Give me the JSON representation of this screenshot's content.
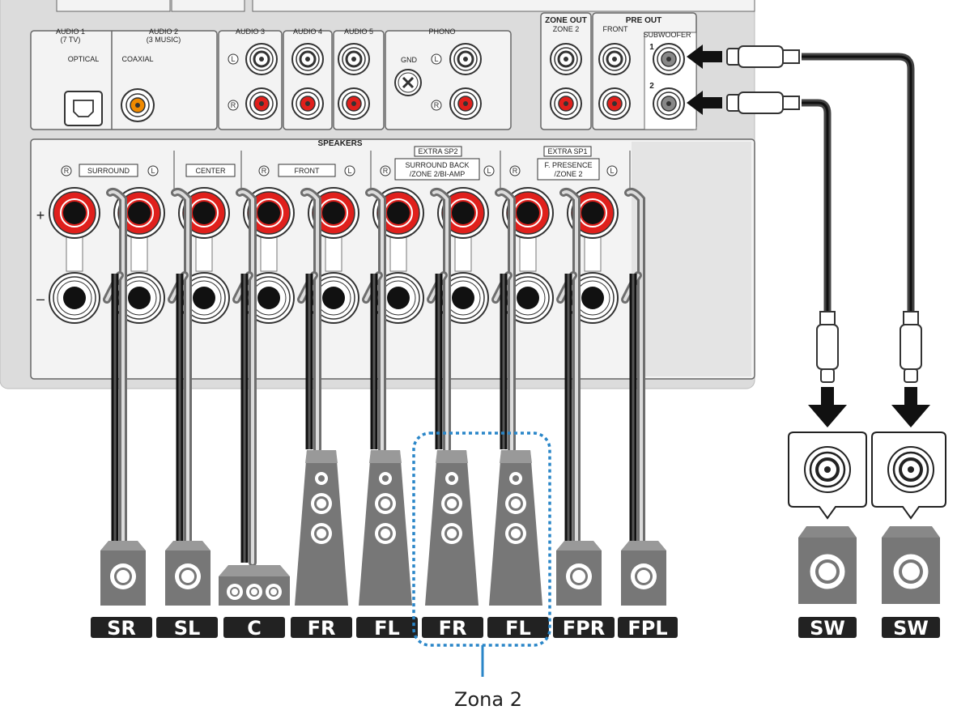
{
  "inputs": {
    "audio1": {
      "title": "AUDIO 1",
      "sub": "(7 TV)",
      "type": "OPTICAL"
    },
    "audio2": {
      "title": "AUDIO 2",
      "sub": "(3 MUSIC)",
      "type": "COAXIAL"
    },
    "audio3": {
      "title": "AUDIO 3"
    },
    "audio4": {
      "title": "AUDIO 4"
    },
    "audio5": {
      "title": "AUDIO 5"
    },
    "phono": {
      "title": "PHONO",
      "gnd": "GND"
    },
    "left_mark": "L",
    "right_mark": "R"
  },
  "outputs": {
    "zone_out": {
      "title": "ZONE OUT",
      "sub": "ZONE 2"
    },
    "pre_out": {
      "title": "PRE OUT",
      "front": "FRONT",
      "subwoofer": "SUBWOOFER",
      "sub1": "1",
      "sub2": "2"
    }
  },
  "speakers_panel": {
    "title": "SPEAKERS",
    "surround": "SURROUND",
    "center": "CENTER",
    "front": "FRONT",
    "extra_sp2": "EXTRA SP2",
    "surround_back_1": "SURROUND BACK",
    "surround_back_2": "/ZONE 2/BI-AMP",
    "extra_sp1": "EXTRA SP1",
    "presence_1": "F. PRESENCE",
    "presence_2": "/ZONE 2",
    "plus": "+",
    "minus": "–",
    "left_mark": "L",
    "right_mark": "R"
  },
  "speaker_labels": [
    "SR",
    "SL",
    "C",
    "FR",
    "FL",
    "FR",
    "FL",
    "FPR",
    "FPL"
  ],
  "subwoofer_labels": [
    "SW",
    "SW"
  ],
  "zone_caption": "Zona 2",
  "colors": {
    "panel": "#dcdcdc",
    "terminal_red": "#e0201c",
    "tag_bg": "#222222",
    "zone_outline": "#2a86c8",
    "speaker_body": "#7a7a7a",
    "optical_orange": "#f08a00"
  }
}
